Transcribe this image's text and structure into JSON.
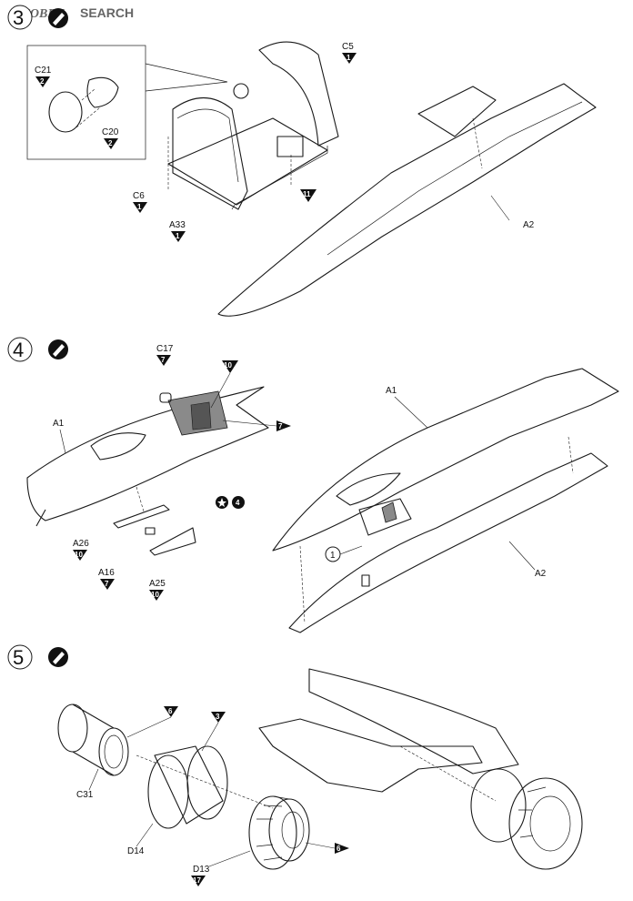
{
  "watermark": {
    "brand": "HOBBY",
    "word": "SEARCH"
  },
  "steps": [
    {
      "number": "3"
    },
    {
      "number": "4"
    },
    {
      "number": "5"
    }
  ],
  "step3": {
    "parts": [
      {
        "label": "C21",
        "color_code": "2"
      },
      {
        "label": "C20",
        "color_code": "2"
      },
      {
        "label": "C5",
        "color_code": "1"
      },
      {
        "label": "C6",
        "color_code": "1"
      },
      {
        "label": "A33",
        "color_code": "1"
      },
      {
        "label": "A2"
      }
    ],
    "callout_colors": [
      "11"
    ]
  },
  "step4": {
    "parts": [
      {
        "label": "C17",
        "color_code": "7"
      },
      {
        "label": "A1"
      },
      {
        "label": "A26",
        "color_code": "10"
      },
      {
        "label": "A16",
        "color_code": "7"
      },
      {
        "label": "A25",
        "color_code": "10"
      },
      {
        "label": "A1"
      },
      {
        "label": "A2"
      }
    ],
    "callout_colors": [
      "10",
      "7"
    ],
    "decal_number": "4",
    "ref_number": "1"
  },
  "step5": {
    "parts": [
      {
        "label": "C31"
      },
      {
        "label": "D14"
      },
      {
        "label": "D13",
        "color_code": "17"
      }
    ],
    "callout_colors": [
      "6",
      "3",
      "6"
    ]
  },
  "colors": {
    "ink": "#1a1a1a",
    "paper": "#ffffff",
    "watermark": "#666666"
  }
}
